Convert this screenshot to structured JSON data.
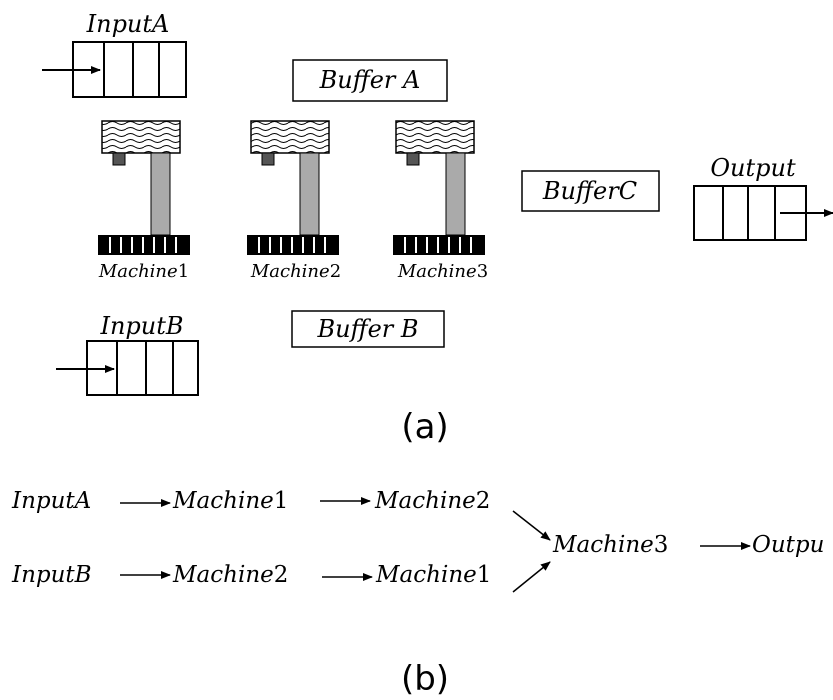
{
  "part_a": {
    "caption": "(a)",
    "input_a": "InputA",
    "input_b": "InputB",
    "buffer_a": "Buffer A",
    "buffer_b": "Buffer B",
    "buffer_c": "BufferC",
    "output": "Output",
    "machines": [
      {
        "name": "Machine",
        "num": "1"
      },
      {
        "name": "Machine",
        "num": "2"
      },
      {
        "name": "Machine",
        "num": "3"
      }
    ]
  },
  "part_b": {
    "caption": "(b)",
    "row1": [
      {
        "name": "InputA",
        "num": ""
      },
      {
        "name": "Machine",
        "num": "1"
      },
      {
        "name": "Machine",
        "num": "2"
      }
    ],
    "row2": [
      {
        "name": "InputB",
        "num": ""
      },
      {
        "name": "Machine",
        "num": "2"
      },
      {
        "name": "Machine",
        "num": "1"
      }
    ],
    "merge": {
      "name": "Machine",
      "num": "3"
    },
    "end": "Outpu"
  }
}
